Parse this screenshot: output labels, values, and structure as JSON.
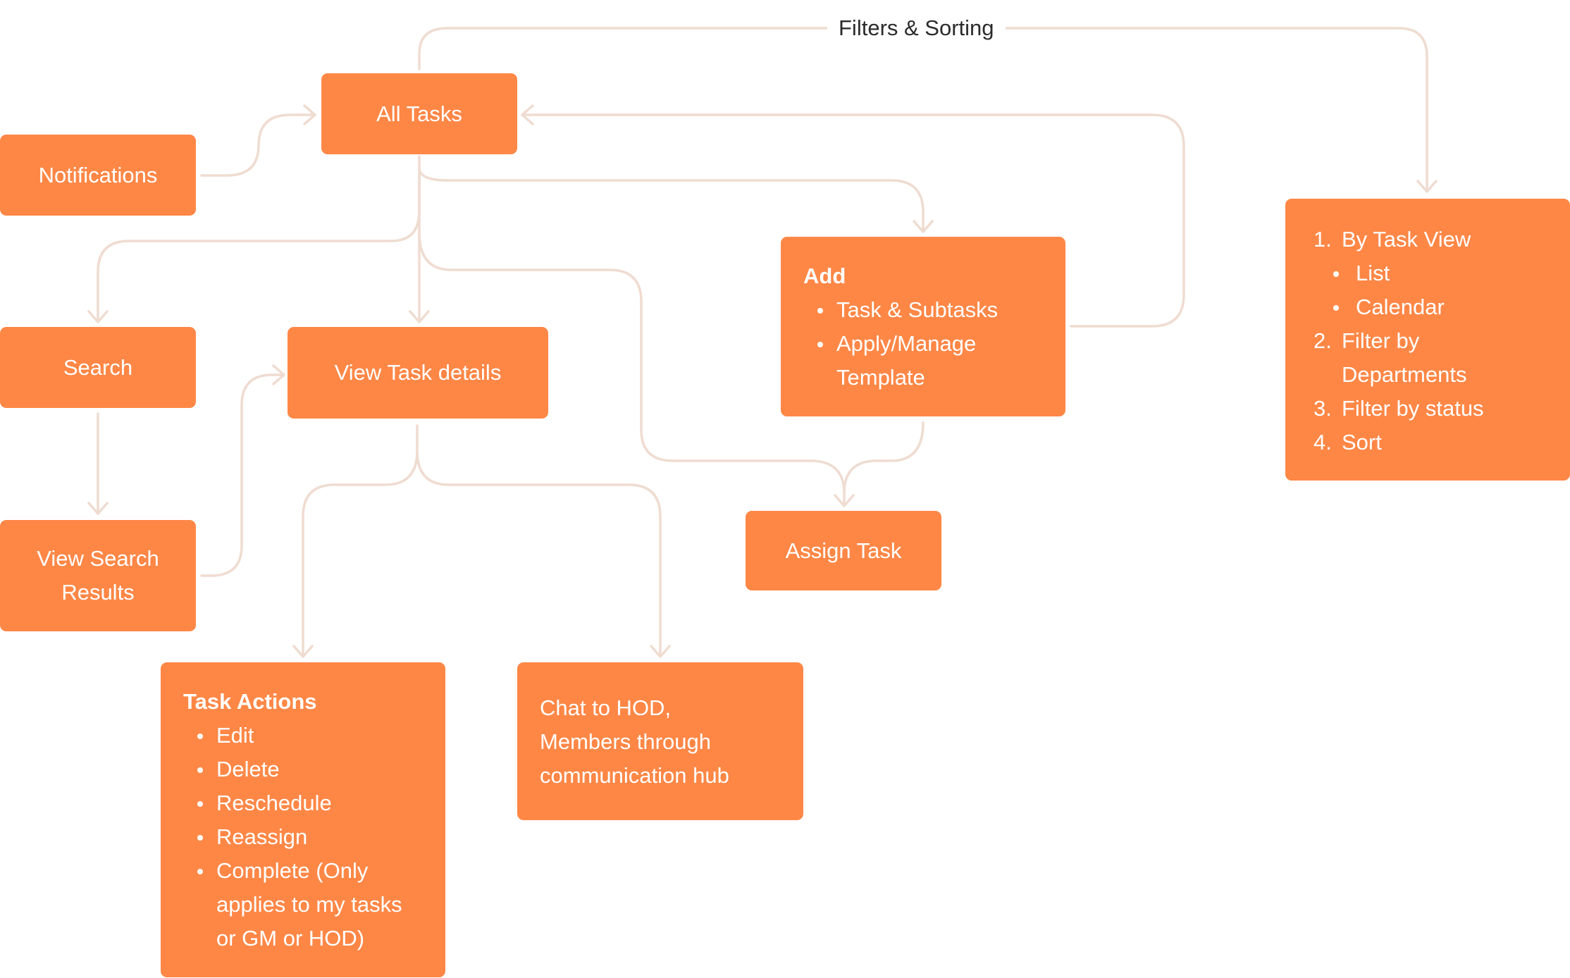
{
  "edge_label": "Filters & Sorting",
  "nodes": {
    "notifications": "Notifications",
    "all_tasks": "All Tasks",
    "search": "Search",
    "view_task_details": "View Task details",
    "view_search_results": "View Search Results",
    "add": {
      "heading": "Add",
      "items": [
        "Task & Subtasks",
        "Apply/Manage Template"
      ]
    },
    "assign_task": "Assign Task",
    "task_actions": {
      "heading": "Task Actions",
      "items": [
        "Edit",
        "Delete",
        "Reschedule",
        "Reassign",
        "Complete (Only applies to my tasks or GM or HOD)"
      ]
    },
    "chat": "Chat to HOD, Members through communication hub",
    "filters": {
      "items": [
        {
          "num": "1.",
          "text": "By Task View",
          "sub": [
            "List",
            "Calendar"
          ]
        },
        {
          "num": "2.",
          "text": "Filter by Departments"
        },
        {
          "num": "3.",
          "text": "Filter by status"
        },
        {
          "num": "4.",
          "text": "Sort"
        }
      ]
    }
  },
  "colors": {
    "node_fill": "#ff8746",
    "node_text": "#ffffff",
    "connector": "#efdcd1",
    "label_text": "#2b2b2b"
  }
}
